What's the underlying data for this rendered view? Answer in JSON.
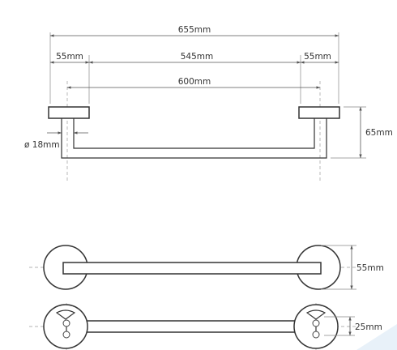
{
  "dimensions": {
    "overall_length": "655mm",
    "left_base": "55mm",
    "bar_length": "545mm",
    "right_base": "55mm",
    "center_distance": "600mm",
    "tube_diameter": "ø 18mm",
    "projection": "65mm",
    "base_diameter": "55mm",
    "mount_height": "25mm"
  },
  "colors": {
    "line": "#333333",
    "dimension": "#555555",
    "watermark": "#d8e8f5"
  }
}
